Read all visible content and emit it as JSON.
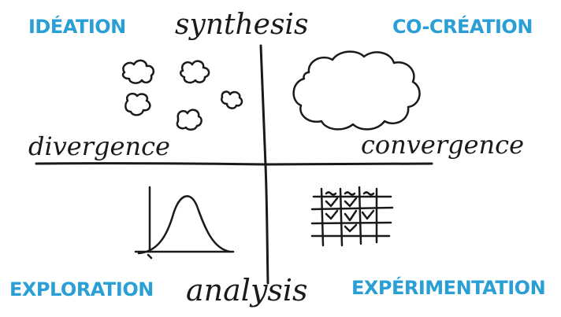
{
  "colors": {
    "quadrant_label": "#2a9fd6",
    "ink": "#1a1a1a",
    "background": "#ffffff"
  },
  "quadrants": {
    "top_left": "IDÉATION",
    "top_right": "CO-CRÉATION",
    "bottom_left": "EXPLORATION",
    "bottom_right": "EXPÉRIMENTATION"
  },
  "axes": {
    "top": "synthesis",
    "bottom": "analysis",
    "left": "divergence",
    "right": "convergence"
  },
  "sketches": {
    "top_left": "small-clouds",
    "top_right": "large-cloud",
    "bottom_left": "bell-curve",
    "bottom_right": "checkmark-grid"
  }
}
